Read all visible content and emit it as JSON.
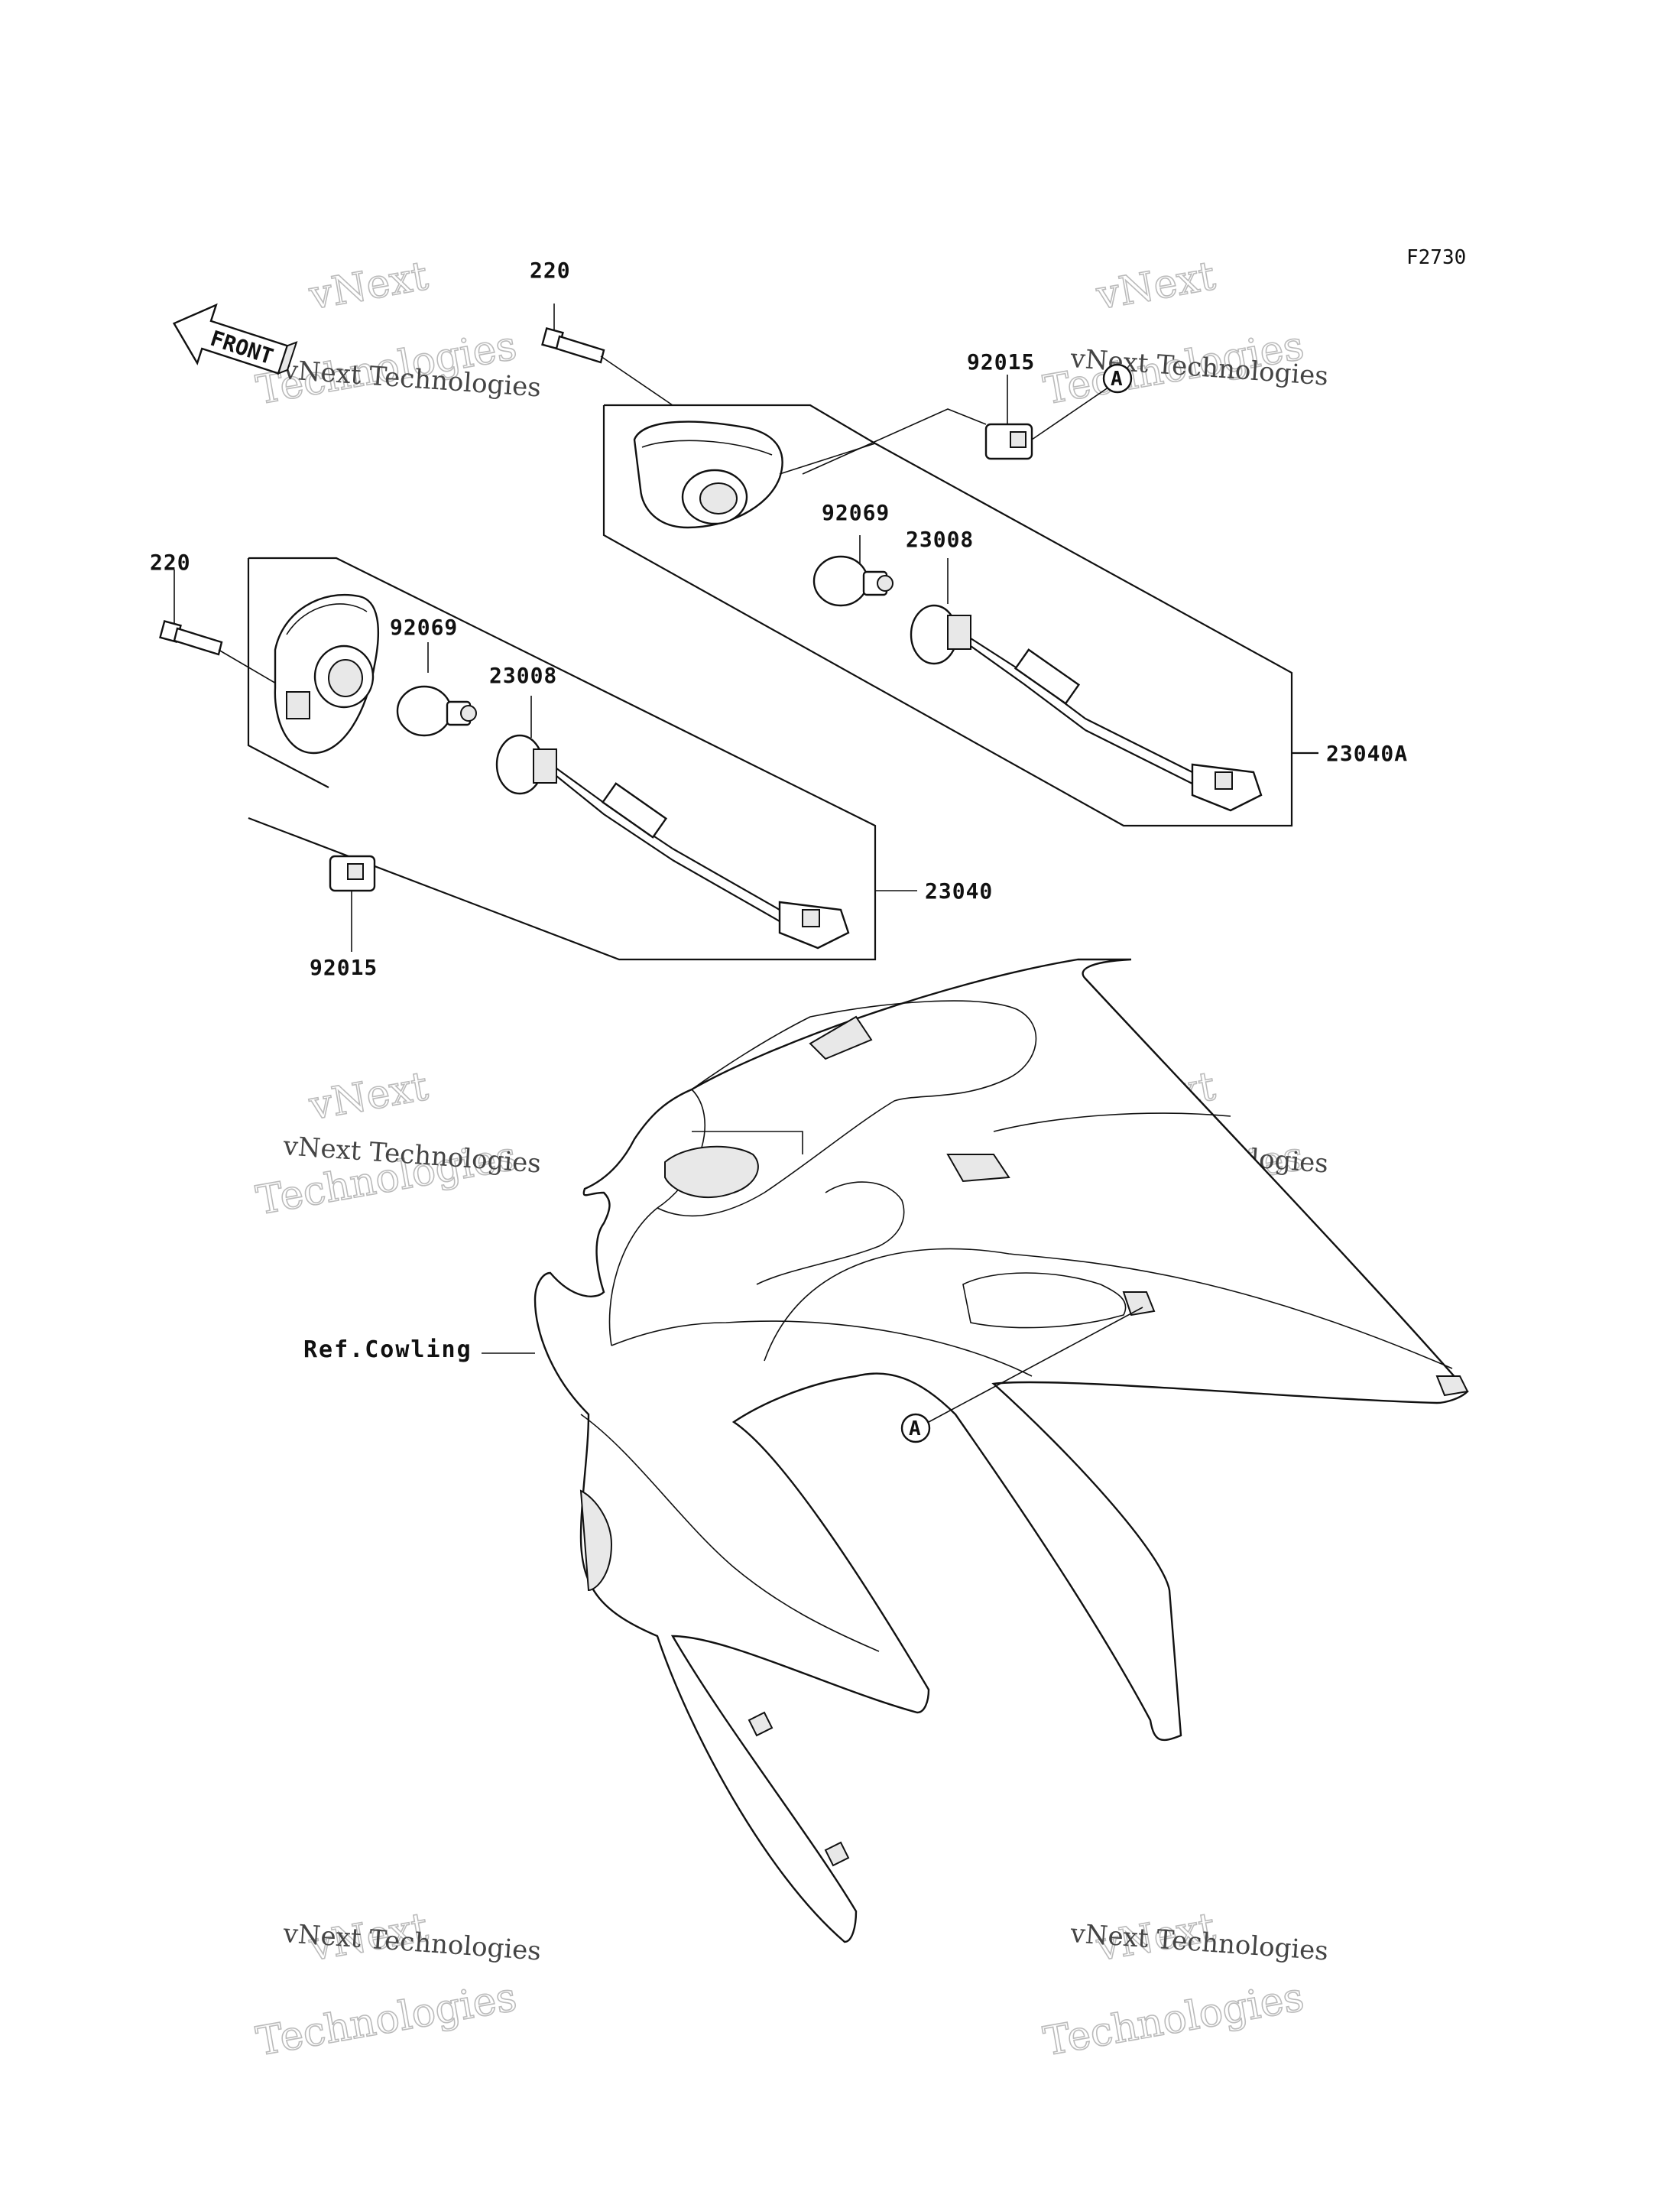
{
  "figure_code": "F2730",
  "front_arrow_label": "FRONT",
  "callouts": {
    "screw_upper": "220",
    "screw_lower": "220",
    "clip_upper": "92015",
    "clip_lower": "92015",
    "bulb_upper": "92069",
    "bulb_lower": "92069",
    "socket_upper": "23008",
    "socket_lower": "23008",
    "assy_right": "23040A",
    "assy_left": "23040"
  },
  "ref_cowling_label": "Ref.Cowling",
  "connector_letter": "A",
  "watermarks": [
    {
      "line1": "vNext Technologies",
      "line2": "vNext",
      "line3": "Technologies"
    }
  ]
}
